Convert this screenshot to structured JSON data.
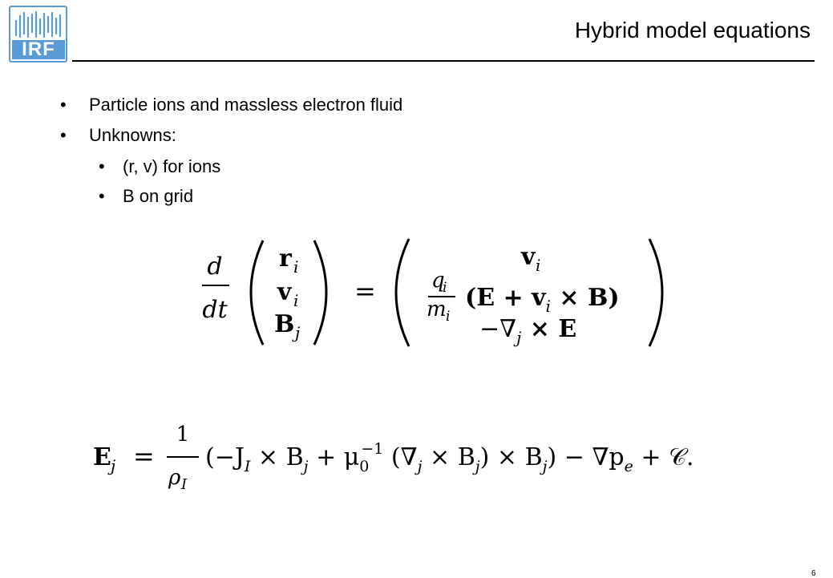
{
  "logo": {
    "text": "IRF"
  },
  "slide": {
    "title": "Hybrid model equations",
    "bullets": [
      {
        "text": "Particle ions and massless electron fluid"
      },
      {
        "text": "Unknowns:"
      }
    ],
    "subbullets": [
      {
        "text": "(r, v) for ions"
      },
      {
        "text": "B on grid"
      }
    ],
    "bullet_glyph": "•"
  },
  "equation1": {
    "lhs_num": "d",
    "lhs_den": "dt",
    "left_vector": [
      "r",
      "v",
      "B"
    ],
    "left_subscripts": [
      "i",
      "i",
      "j"
    ],
    "equals": "=",
    "rhs_row1": "v",
    "rhs_row1_sub": "i",
    "rhs_frac_num": "q",
    "rhs_frac_num_sub": "i",
    "rhs_frac_den": "m",
    "rhs_frac_den_sub": "i",
    "rhs_row2_tail": "(E + v",
    "rhs_row2_sub": "i",
    "rhs_row2_end": " × B)",
    "rhs_row3": "−∇",
    "rhs_row3_sub": "j",
    "rhs_row3_end": " × E"
  },
  "equation2": {
    "lhs": "E",
    "lhs_sub": "j",
    "equals": "=",
    "frac_num": "1",
    "frac_den": "ρ",
    "frac_den_sub": "I",
    "body_a": "(−J",
    "body_a_sub": "I",
    "body_b": " × B",
    "body_b_sub": "j",
    "body_c": " + μ",
    "body_c_sub": "0",
    "body_c_sup": "−1",
    "body_d": " (∇",
    "body_d_sub": "j",
    "body_e": " × B",
    "body_e_sub": "j",
    "body_f": ") × B",
    "body_f_sub": "j",
    "body_g": ") − ∇p",
    "body_g_sub": "e",
    "body_h": " + 𝒞."
  },
  "footer": {
    "page_number": "6"
  }
}
